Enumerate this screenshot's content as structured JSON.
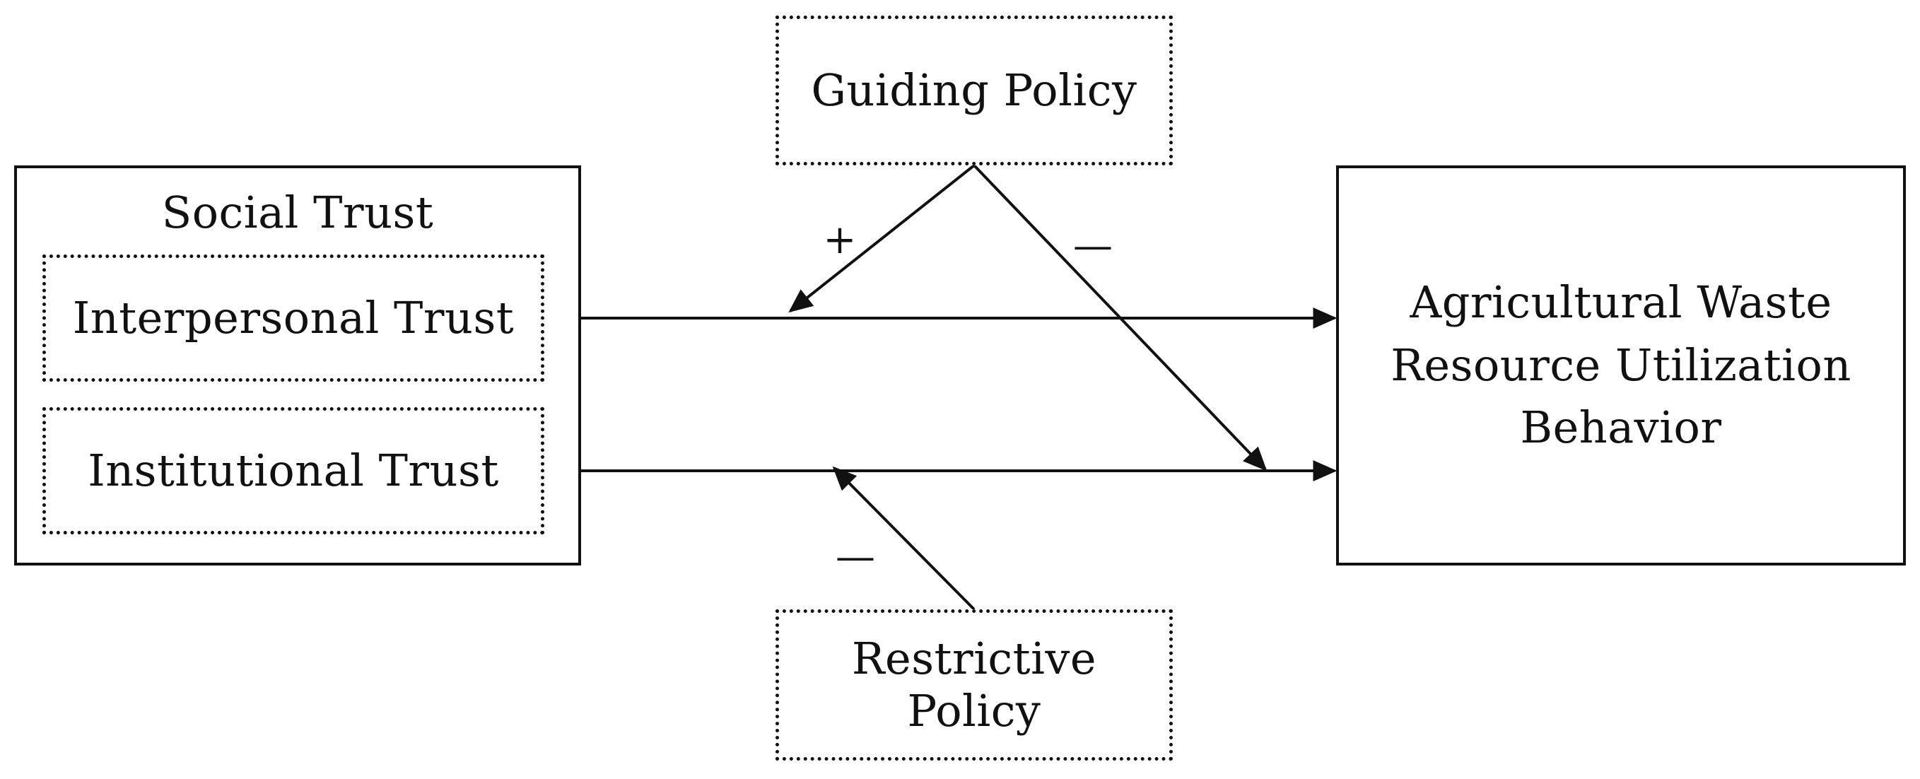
{
  "social_trust": {
    "title": "Social Trust",
    "interpersonal": "Interpersonal Trust",
    "institutional": "Institutional Trust"
  },
  "guiding_policy": "Guiding Policy",
  "restrictive_policy": {
    "line1": "Restrictive",
    "line2": "Policy"
  },
  "outcome": {
    "line1": "Agricultural Waste",
    "line2": "Resource Utilization",
    "line3": "Behavior"
  },
  "signs": {
    "guiding_to_interpersonal": "+",
    "guiding_to_institutional": "—",
    "restrictive_to_institutional": "—"
  }
}
